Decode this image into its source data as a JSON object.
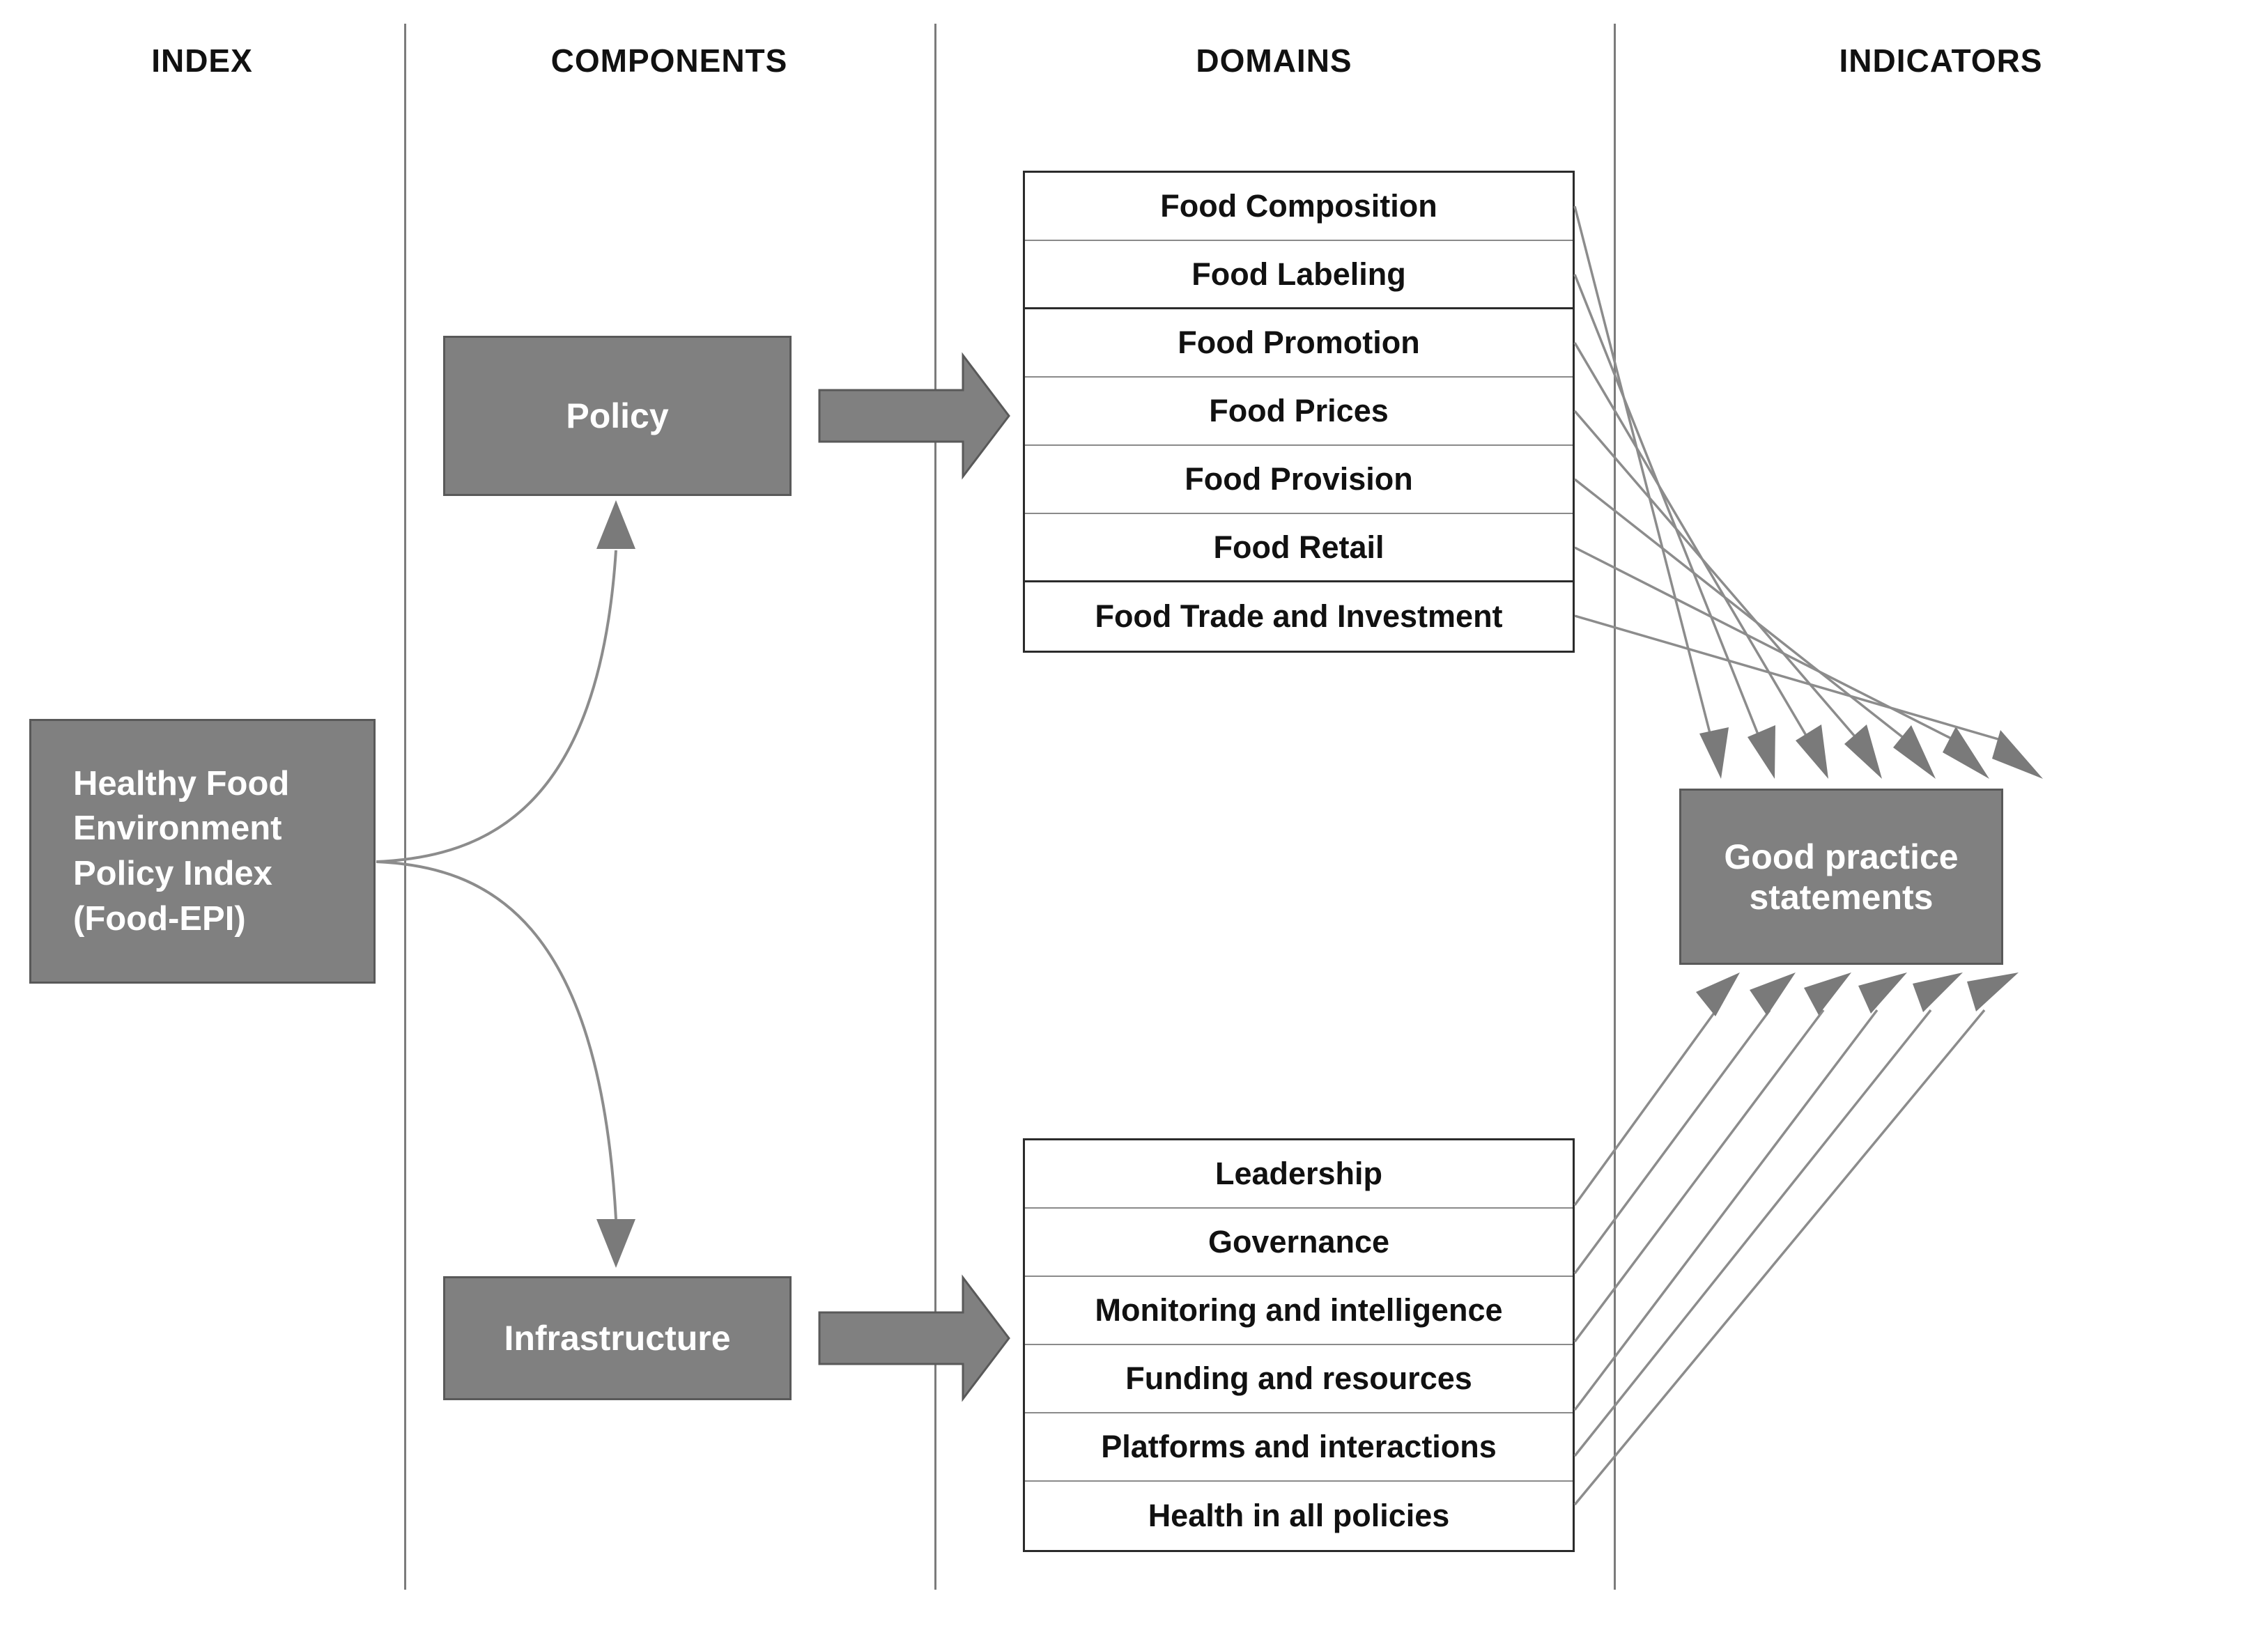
{
  "columns": [
    {
      "key": "index",
      "label": "INDEX"
    },
    {
      "key": "components",
      "label": "COMPONENTS"
    },
    {
      "key": "domains",
      "label": "DOMAINS"
    },
    {
      "key": "indicators",
      "label": "INDICATORS"
    }
  ],
  "index_box": {
    "label": "Healthy Food\nEnvironment\nPolicy   Index\n(Food-EPI)"
  },
  "components": {
    "policy": {
      "label": "Policy"
    },
    "infrastructure": {
      "label": "Infrastructure"
    }
  },
  "domains": {
    "policy_domains": [
      "Food Composition",
      "Food Labeling",
      "Food Promotion",
      "Food Prices",
      "Food Provision",
      "Food Retail",
      "Food Trade and Investment"
    ],
    "infrastructure_domains": [
      "Leadership",
      "Governance",
      "Monitoring and intelligence",
      "Funding and resources",
      "Platforms and interactions",
      "Health in all policies"
    ]
  },
  "indicators": {
    "good_practice": {
      "label": "Good practice statements"
    }
  },
  "colors": {
    "box_fill": "#808080",
    "box_border": "#595959",
    "box_text": "#ffffff",
    "table_border": "#2b2b2b",
    "line": "#8c8c8c",
    "background": "#ffffff",
    "header_text": "#111111"
  }
}
